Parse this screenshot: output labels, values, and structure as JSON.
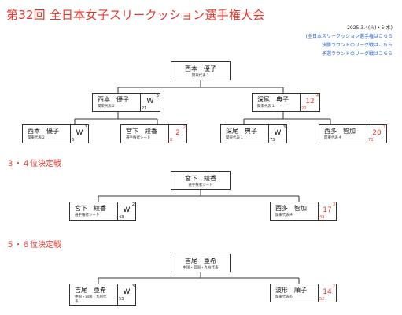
{
  "title": "第32回 全日本女子スリークッション選手権大会",
  "date": "2025.3.4(火)・5(水)",
  "links": [
    "(全日本スリークッション選手権はこちら",
    "決勝ラウンドのリーグ戦はこちら",
    "予選ラウンドのリーグ戦はこちら"
  ],
  "sections": {
    "third_place": "３・４位決定戦",
    "fifth_place": "５・６位決定戦"
  },
  "main_bracket": {
    "champion": {
      "name": "西本　優子",
      "affiliation": "関東代表２"
    },
    "semifinals": [
      {
        "name": "西本　優子",
        "affiliation": "関東代表２",
        "mark": "W",
        "rank": "5",
        "score": "21",
        "result": "win"
      },
      {
        "name": "深尾　典子",
        "affiliation": "関東代表１",
        "mark": "12",
        "rank": "4",
        "score": "20",
        "result": "lose"
      }
    ],
    "quarterfinals": [
      {
        "name": "西本　優子",
        "affiliation": "関東代表２",
        "mark": "W",
        "rank": "3",
        "score": "6",
        "result": "win"
      },
      {
        "name": "宮下　綾香",
        "affiliation": "選手権者シード",
        "mark": "2",
        "rank": "2",
        "score": "8",
        "result": "lose"
      },
      {
        "name": "深尾　典子",
        "affiliation": "関東代表１",
        "mark": "W",
        "rank": "3",
        "score": "73",
        "result": "win"
      },
      {
        "name": "西多　智加",
        "affiliation": "関東代表４",
        "mark": "20",
        "rank": "3",
        "score": "73",
        "result": "lose"
      }
    ]
  },
  "third_place_match": {
    "winner": {
      "name": "宮下　綾香",
      "affiliation": "選手権者シード"
    },
    "players": [
      {
        "name": "宮下　綾香",
        "affiliation": "選手権者シード",
        "mark": "W",
        "rank": "2",
        "score": "43",
        "result": "win"
      },
      {
        "name": "西多　智加",
        "affiliation": "関東代表４",
        "mark": "17",
        "rank": "3",
        "score": "43",
        "result": "lose"
      }
    ]
  },
  "fifth_place_match": {
    "winner": {
      "name": "吉尾　亜希",
      "affiliation": "中国・四国・九州代表"
    },
    "players": [
      {
        "name": "吉尾　亜希",
        "affiliation": "中国・四国・九州代\n表",
        "mark": "W",
        "rank": "3",
        "score": "53",
        "result": "win"
      },
      {
        "name": "波形　順子",
        "affiliation": "関東代表６",
        "mark": "14",
        "rank": "2",
        "score": "52",
        "result": "lose"
      }
    ]
  }
}
